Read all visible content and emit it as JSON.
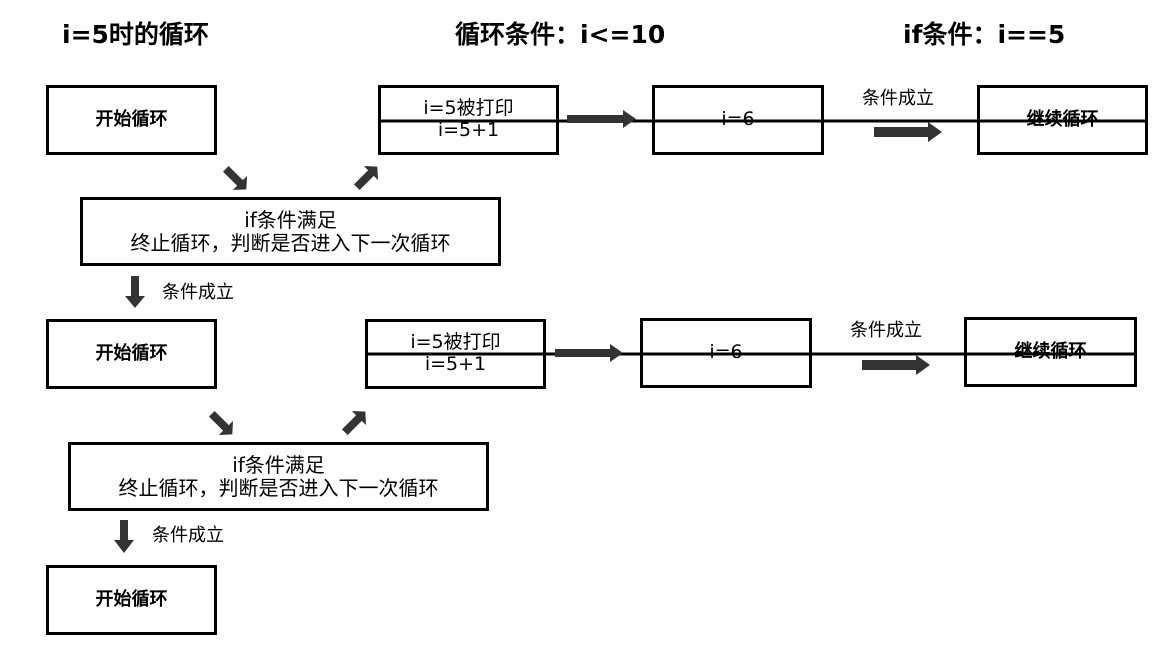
{
  "headings": {
    "loop_title": "i=5时的循环",
    "loop_condition": "循环条件：i<=10",
    "if_condition": "if条件：i==5"
  },
  "rows": [
    {
      "start": "开始循环",
      "print_line1": "i=5被打印",
      "print_line2": "i=5+1",
      "i_value": "i=6",
      "arrow_label": "条件成立",
      "continue": "继续循环",
      "cond_line1": "if条件满足",
      "cond_line2": "终止循环，判断是否进入下一次循环",
      "down_label": "条件成立"
    },
    {
      "start": "开始循环",
      "print_line1": "i=5被打印",
      "print_line2": "i=5+1",
      "i_value": "i=6",
      "arrow_label": "条件成立",
      "continue": "继续循环",
      "cond_line1": "if条件满足",
      "cond_line2": "终止循环，判断是否进入下一次循环",
      "down_label": "条件成立"
    }
  ],
  "final": {
    "start": "开始循环"
  }
}
